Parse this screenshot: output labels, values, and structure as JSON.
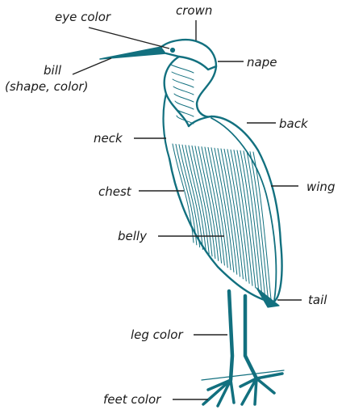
{
  "diagram": {
    "ink_color": "#12707f",
    "leader_color": "#222222",
    "labels": {
      "eye_color": "eye color",
      "crown": "crown",
      "bill": "bill",
      "bill_sub": "(shape, color)",
      "nape": "nape",
      "neck": "neck",
      "back": "back",
      "chest": "chest",
      "wing": "wing",
      "belly": "belly",
      "tail": "tail",
      "leg_color": "leg color",
      "feet_color": "feet color"
    }
  }
}
